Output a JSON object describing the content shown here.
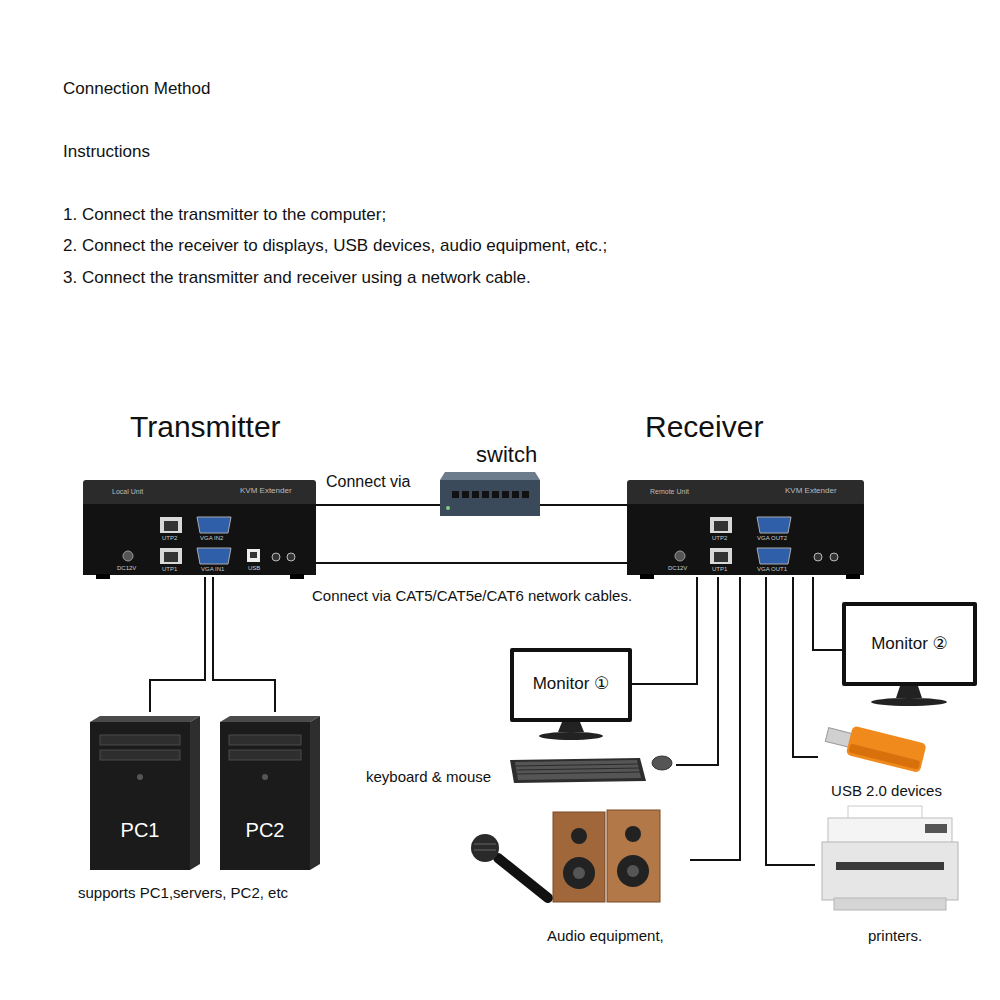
{
  "diagram": {
    "title": "Connection Method",
    "nodes": [
      {
        "text": [
          "Transmitter"
        ]
      },
      {
        "text": [
          "switch"
        ]
      },
      {
        "text": [
          "Receiver"
        ]
      },
      {
        "text": [
          "Monitor ②"
        ]
      },
      {
        "text": [
          "Monitor ①"
        ]
      },
      {
        "text": [
          "PC1"
        ]
      },
      {
        "text": [
          "PC2"
        ]
      },
      {
        "text": [
          "keyboard & mouse"
        ]
      },
      {
        "text": [
          "USB 2.0 devices"
        ]
      },
      {
        "text": [
          "Audio equipment,"
        ]
      },
      {
        "text": [
          "printers."
        ]
      }
    ],
    "edges": [
      {
        "from": 0,
        "to": 1,
        "arrow": "none",
        "label": "Connect via"
      },
      {
        "from": 1,
        "to": 2,
        "arrow": "none"
      },
      {
        "from": 0,
        "to": 2,
        "arrow": "none",
        "label": "Connect via CAT5/CAT5e/CAT6 network cables."
      },
      {
        "from": 0,
        "to": 5,
        "arrow": "none"
      },
      {
        "from": 0,
        "to": 6,
        "arrow": "none"
      },
      {
        "from": 2,
        "to": 4,
        "arrow": "none"
      },
      {
        "from": 2,
        "to": 7,
        "arrow": "none"
      },
      {
        "from": 2,
        "to": 9,
        "arrow": "none"
      },
      {
        "from": 2,
        "to": 10,
        "arrow": "none"
      },
      {
        "from": 2,
        "to": 8,
        "arrow": "none"
      },
      {
        "from": 2,
        "to": 3,
        "arrow": "none"
      }
    ],
    "labels": [
      "Instructions",
      "1. Connect the transmitter to the computer;",
      "2. Connect the receiver to displays, USB devices, audio equipment, etc.;",
      "3. Connect the transmitter and receiver using a network cable.",
      "supports PC1,servers, PC2, etc",
      "KVM Extender",
      "Local Unit",
      "UTP2",
      "VGA IN2",
      "DC12V",
      "UTP1",
      "VGA IN1",
      "USB",
      "KVM Extender",
      "Remote Unit",
      "UTP2",
      "VGA OUT2",
      "DC12V",
      "UTP1",
      "VGA OUT1"
    ]
  }
}
